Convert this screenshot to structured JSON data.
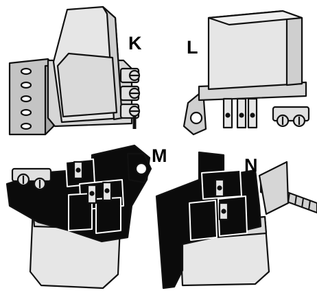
{
  "labels": {
    "k": "K",
    "l": "L",
    "m": "M",
    "n": "N"
  },
  "colors": {
    "body_fill": "#e6e6e6",
    "shade": "#cfcfcf",
    "outline": "#111111",
    "dark": "#000000"
  }
}
